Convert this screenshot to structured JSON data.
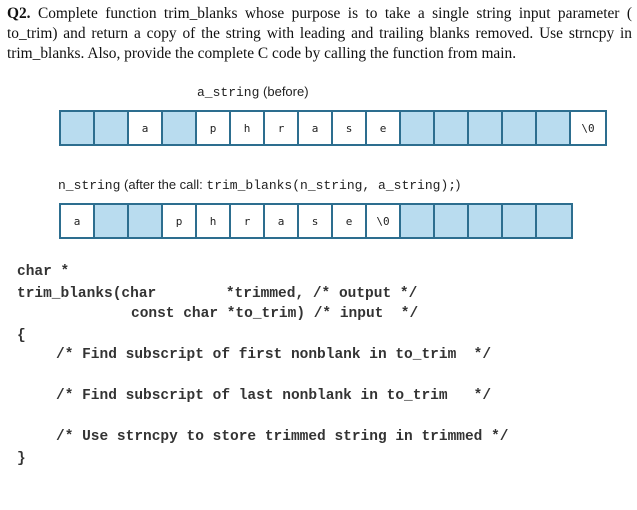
{
  "question": {
    "number": "Q2.",
    "text": "Complete function trim_blanks whose purpose is to take a single string input parameter ( to_trim) and return a copy of the string with leading and trailing blanks removed. Use strncpy in trim_blanks. Also, provide the complete C code by calling the function from main."
  },
  "figure1": {
    "caption_name": "a_string",
    "caption_suffix": " (before)",
    "cells": [
      "",
      "",
      "a",
      "",
      "p",
      "h",
      "r",
      "a",
      "s",
      "e",
      "",
      "",
      "",
      "",
      "",
      "\\0"
    ]
  },
  "figure2": {
    "caption_name": "n_string",
    "caption_mid": " (after the call: ",
    "caption_call": "trim_blanks(n_string, a_string);",
    "caption_end": ")",
    "cells": [
      "a",
      "",
      "",
      "p",
      "h",
      "r",
      "a",
      "s",
      "e",
      "\\0",
      "",
      "",
      "",
      "",
      ""
    ]
  },
  "code": {
    "line1": "char *",
    "line2": "trim_blanks(char        *trimmed, /* output */",
    "line3": "const char *to_trim) /* input  */",
    "open_brace": "{",
    "comment1": "/* Find subscript of first nonblank in to_trim  */",
    "comment2": "/* Find subscript of last nonblank in to_trim   */",
    "comment3": "/* Use strncpy to store trimmed string in trimmed */",
    "close_brace": "}"
  }
}
